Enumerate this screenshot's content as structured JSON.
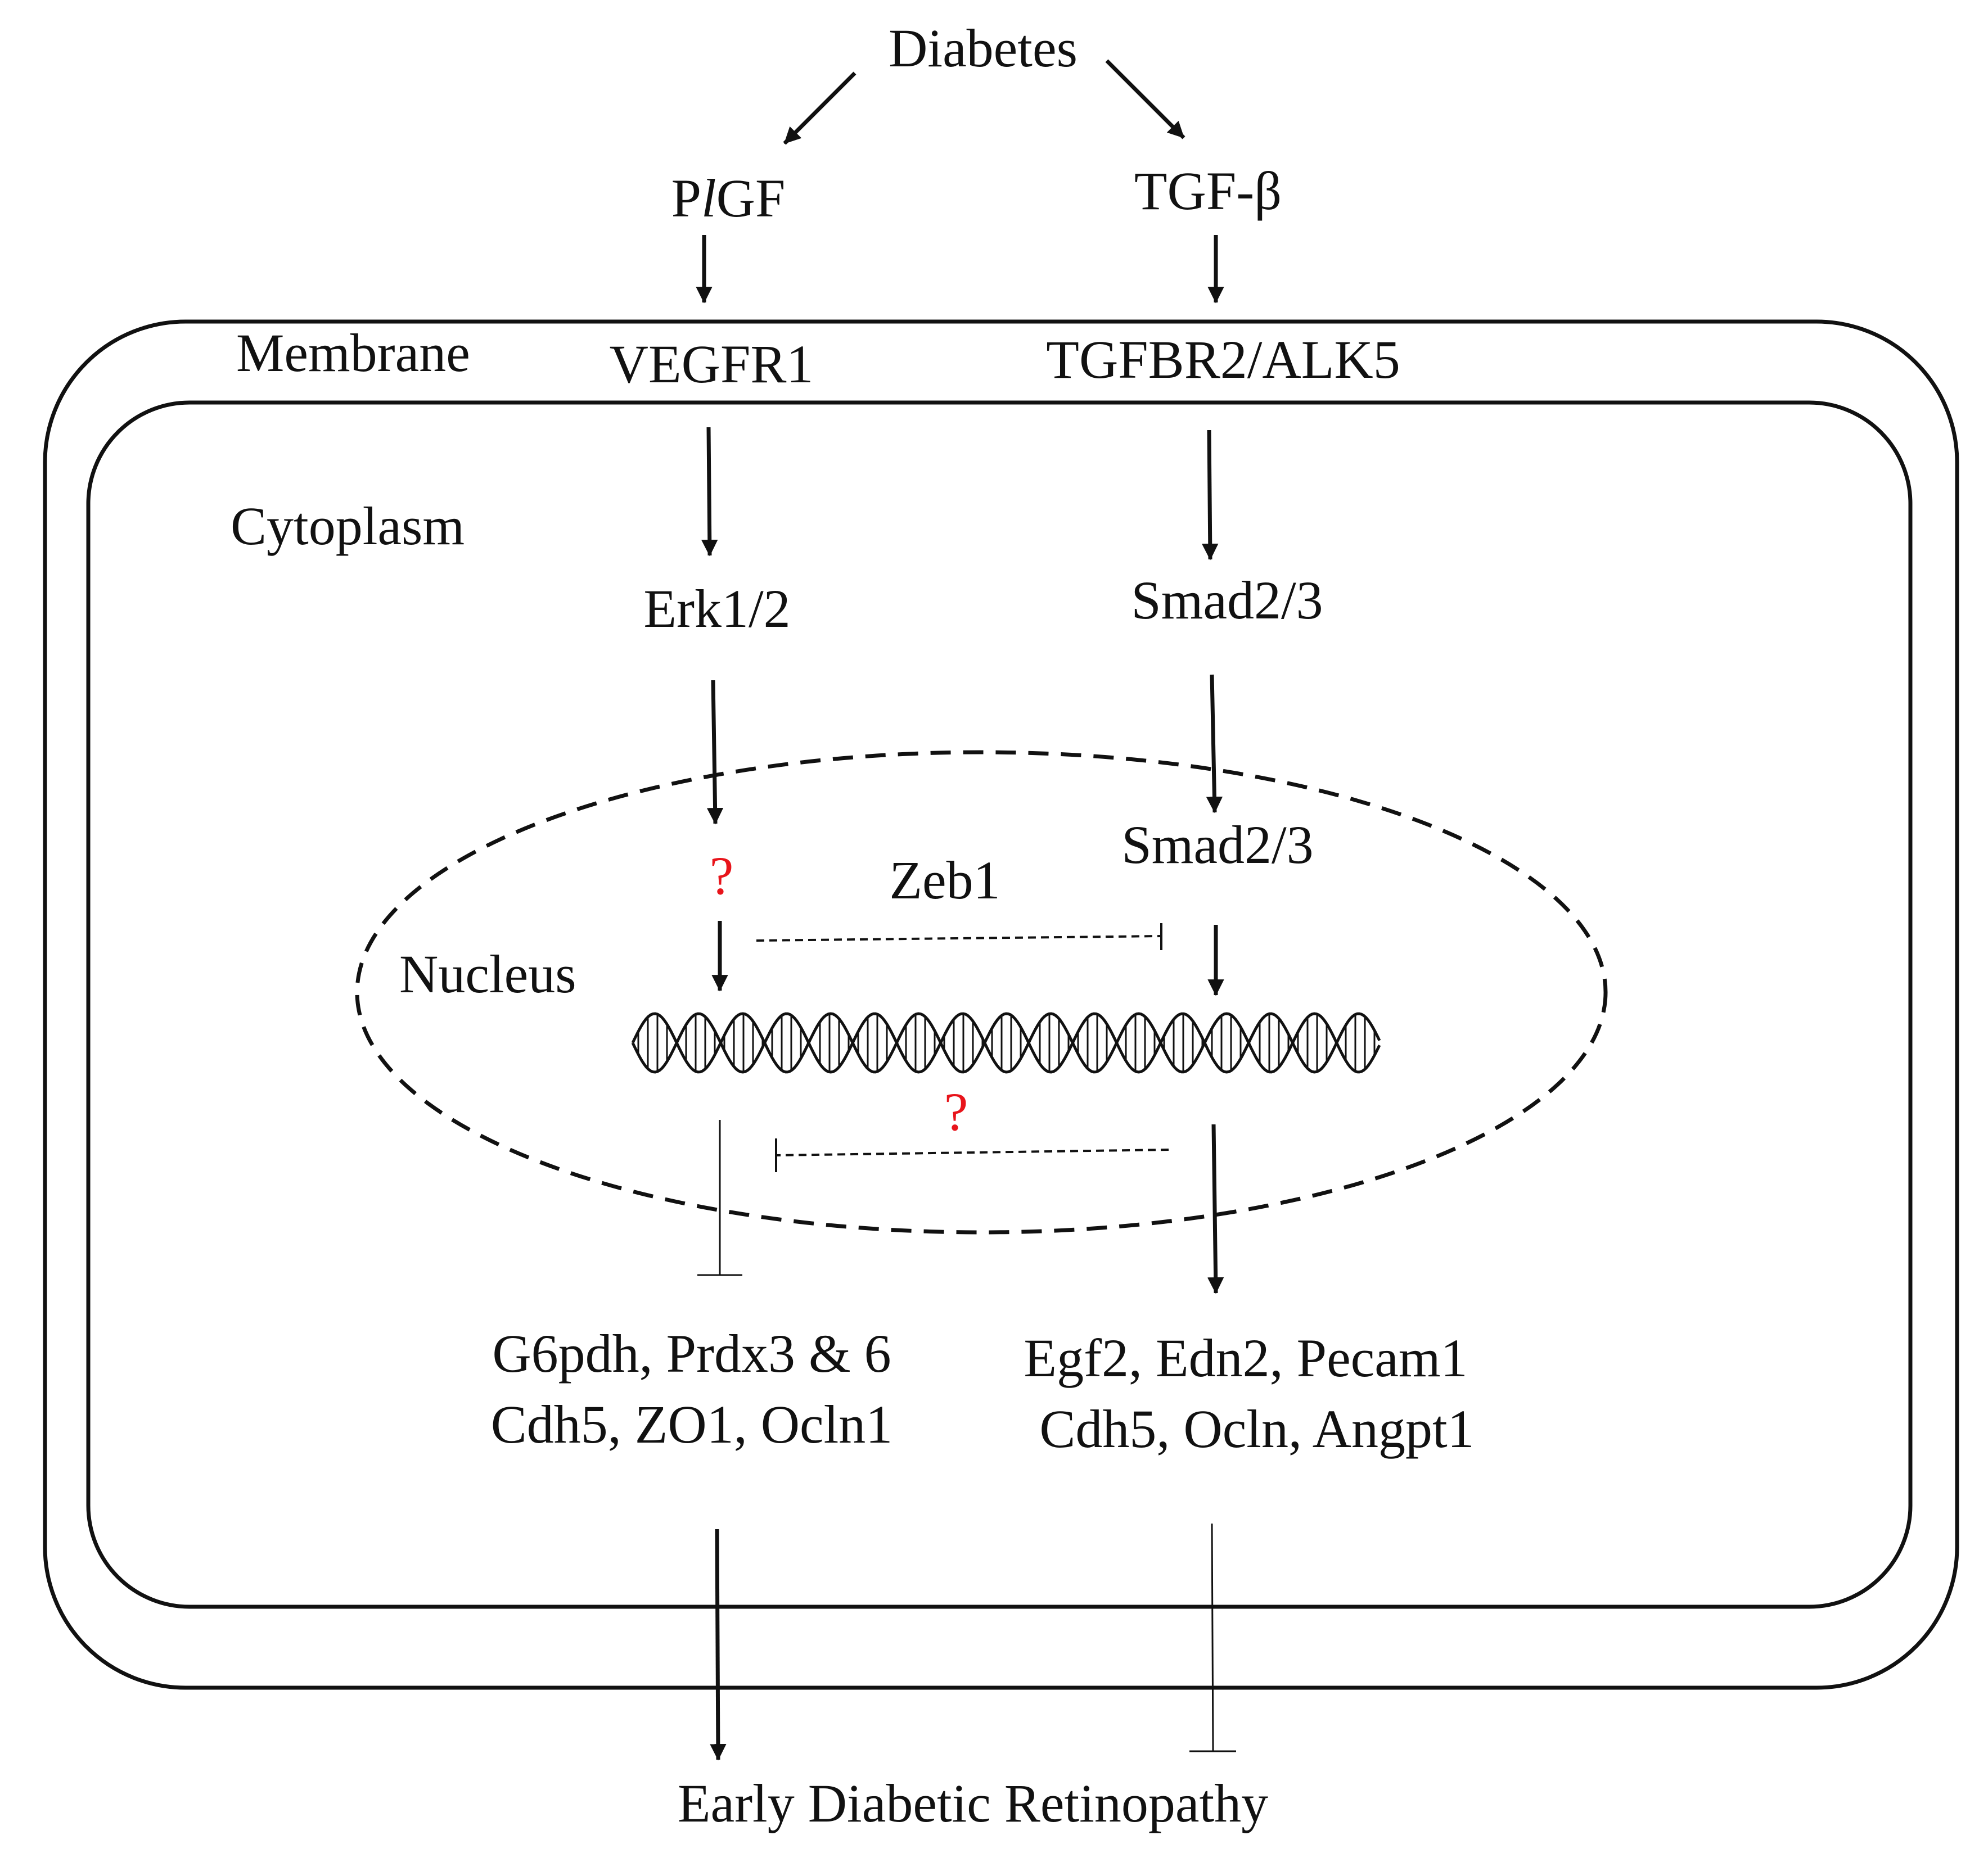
{
  "nodes": {
    "diabetes": "Diabetes",
    "plgf_p": "P",
    "plgf_l": "l",
    "plgf_gf": "GF",
    "tgfb": "TGF-β",
    "vegfr1": "VEGFR1",
    "tgfbr2": "TGFBR2/ALK5",
    "erk": "Erk1/2",
    "smad_cyto": "Smad2/3",
    "smad_nuc": "Smad2/3",
    "zeb1": "Zeb1",
    "unknown_top": "?",
    "unknown_bottom": "?",
    "genes_left_1": "G6pdh, Prdx3 & 6",
    "genes_left_2": "Cdh5, ZO1, Ocln1",
    "genes_right_1": "Egf2, Edn2, Pecam1",
    "genes_right_2": "Cdh5, Ocln, Angpt1",
    "outcome": "Early Diabetic Retinopathy"
  },
  "regions": {
    "membrane": "Membrane",
    "cytoplasm": "Cytoplasm",
    "nucleus": "Nucleus"
  },
  "colors": {
    "line": "#111111",
    "question": "#e8141b"
  },
  "icons": {
    "dna": "dna-helix-icon"
  }
}
